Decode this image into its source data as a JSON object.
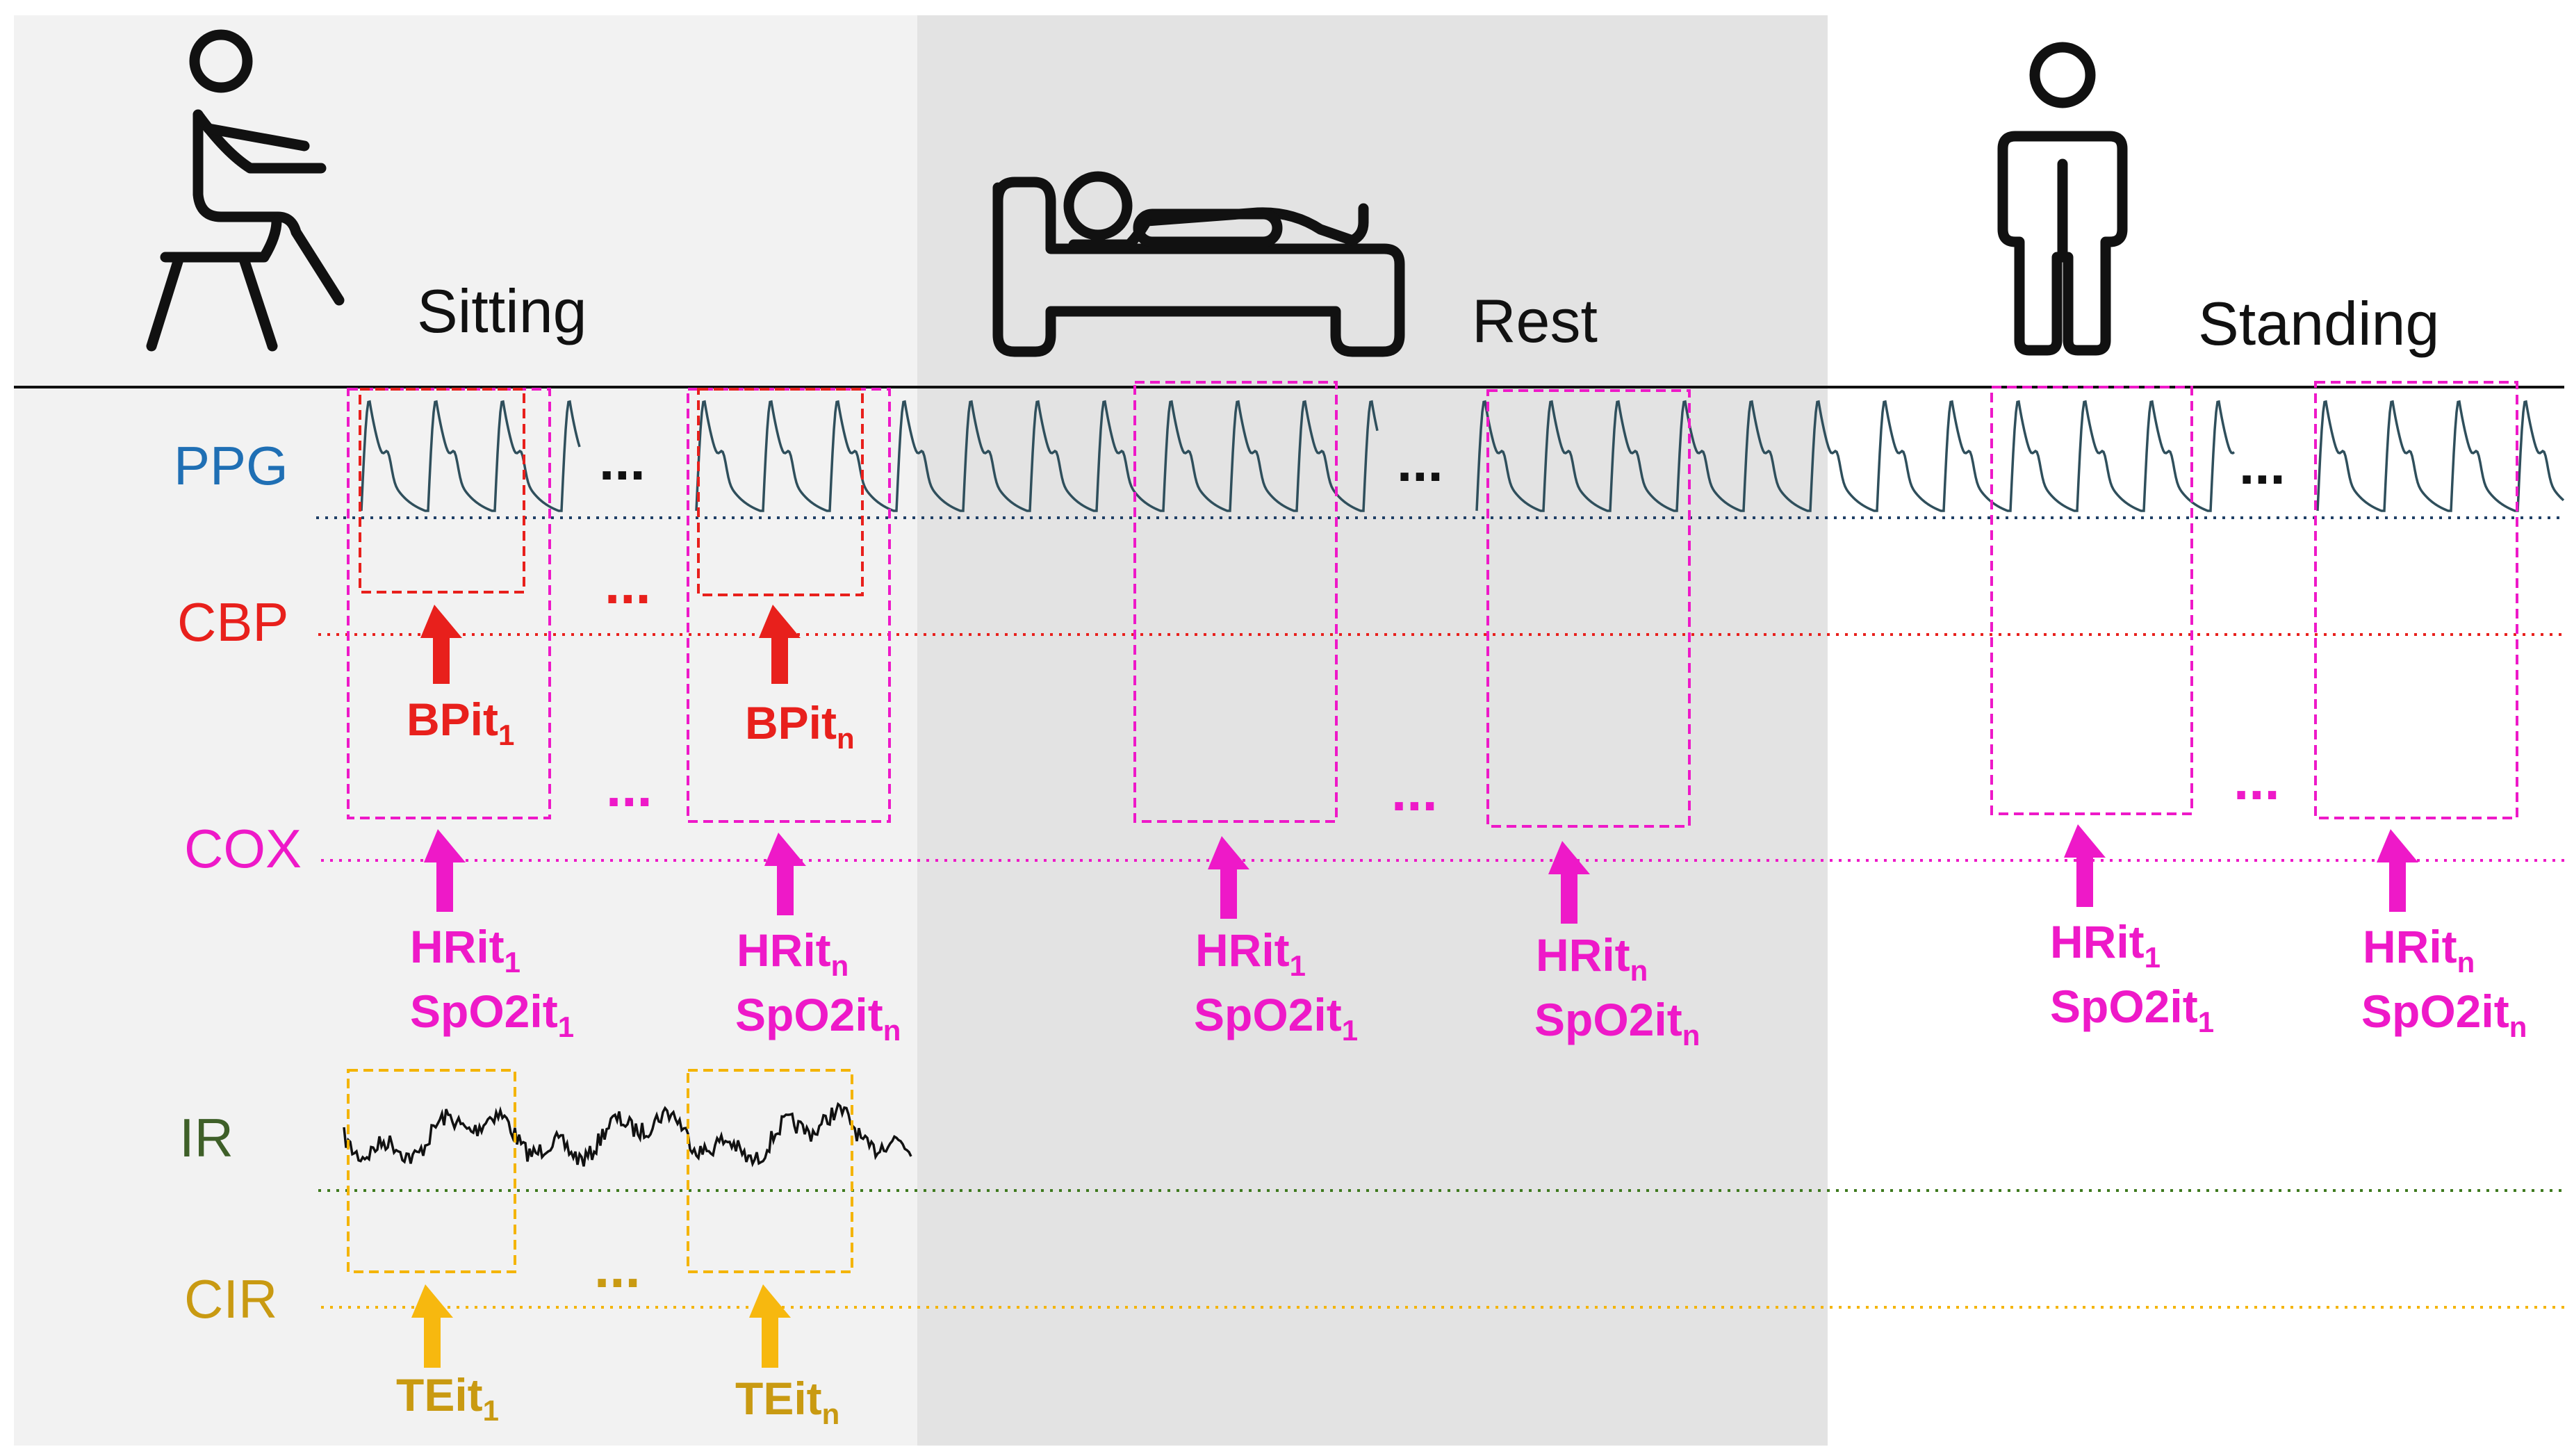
{
  "phases": [
    {
      "name": "Sitting",
      "icon": "sitting-person-icon",
      "background": "#f2f2f2"
    },
    {
      "name": "Rest",
      "icon": "lying-in-bed-icon",
      "background": "#e3e3e3"
    },
    {
      "name": "Standing",
      "icon": "standing-person-icon",
      "background": "#ffffff"
    }
  ],
  "rows": [
    {
      "label": "PPG",
      "color": "#1f6fb4"
    },
    {
      "label": "CBP",
      "color": "#e8201c"
    },
    {
      "label": "COX",
      "color": "#ee19c8"
    },
    {
      "label": "IR",
      "color": "#3e5f28"
    },
    {
      "label": "CIR",
      "color": "#c99a12"
    }
  ],
  "ellipsis": "...",
  "measurements": {
    "bp": [
      {
        "base": "BPit",
        "sub": "1"
      },
      {
        "base": "BPit",
        "sub": "n"
      }
    ],
    "hr": [
      {
        "base": "HRit",
        "sub": "1"
      },
      {
        "base": "HRit",
        "sub": "n"
      },
      {
        "base": "HRit",
        "sub": "1"
      },
      {
        "base": "HRit",
        "sub": "n"
      },
      {
        "base": "HRit",
        "sub": "1"
      },
      {
        "base": "HRit",
        "sub": "n"
      }
    ],
    "spo2": [
      {
        "base": "SpO2it",
        "sub": "1"
      },
      {
        "base": "SpO2it",
        "sub": "n"
      },
      {
        "base": "SpO2it",
        "sub": "1"
      },
      {
        "base": "SpO2it",
        "sub": "n"
      },
      {
        "base": "SpO2it",
        "sub": "1"
      },
      {
        "base": "SpO2it",
        "sub": "n"
      }
    ],
    "te": [
      {
        "base": "TEit",
        "sub": "1"
      },
      {
        "base": "TEit",
        "sub": "n"
      }
    ]
  },
  "colors": {
    "ppg_wave": "#2f4f5c",
    "ir_wave": "#111111",
    "cbp_box": "#e8201c",
    "cox_box": "#ee19c8",
    "cir_box": "#f4b400",
    "cir_arrow": "#f7b80f",
    "te_text": "#c99a12"
  }
}
